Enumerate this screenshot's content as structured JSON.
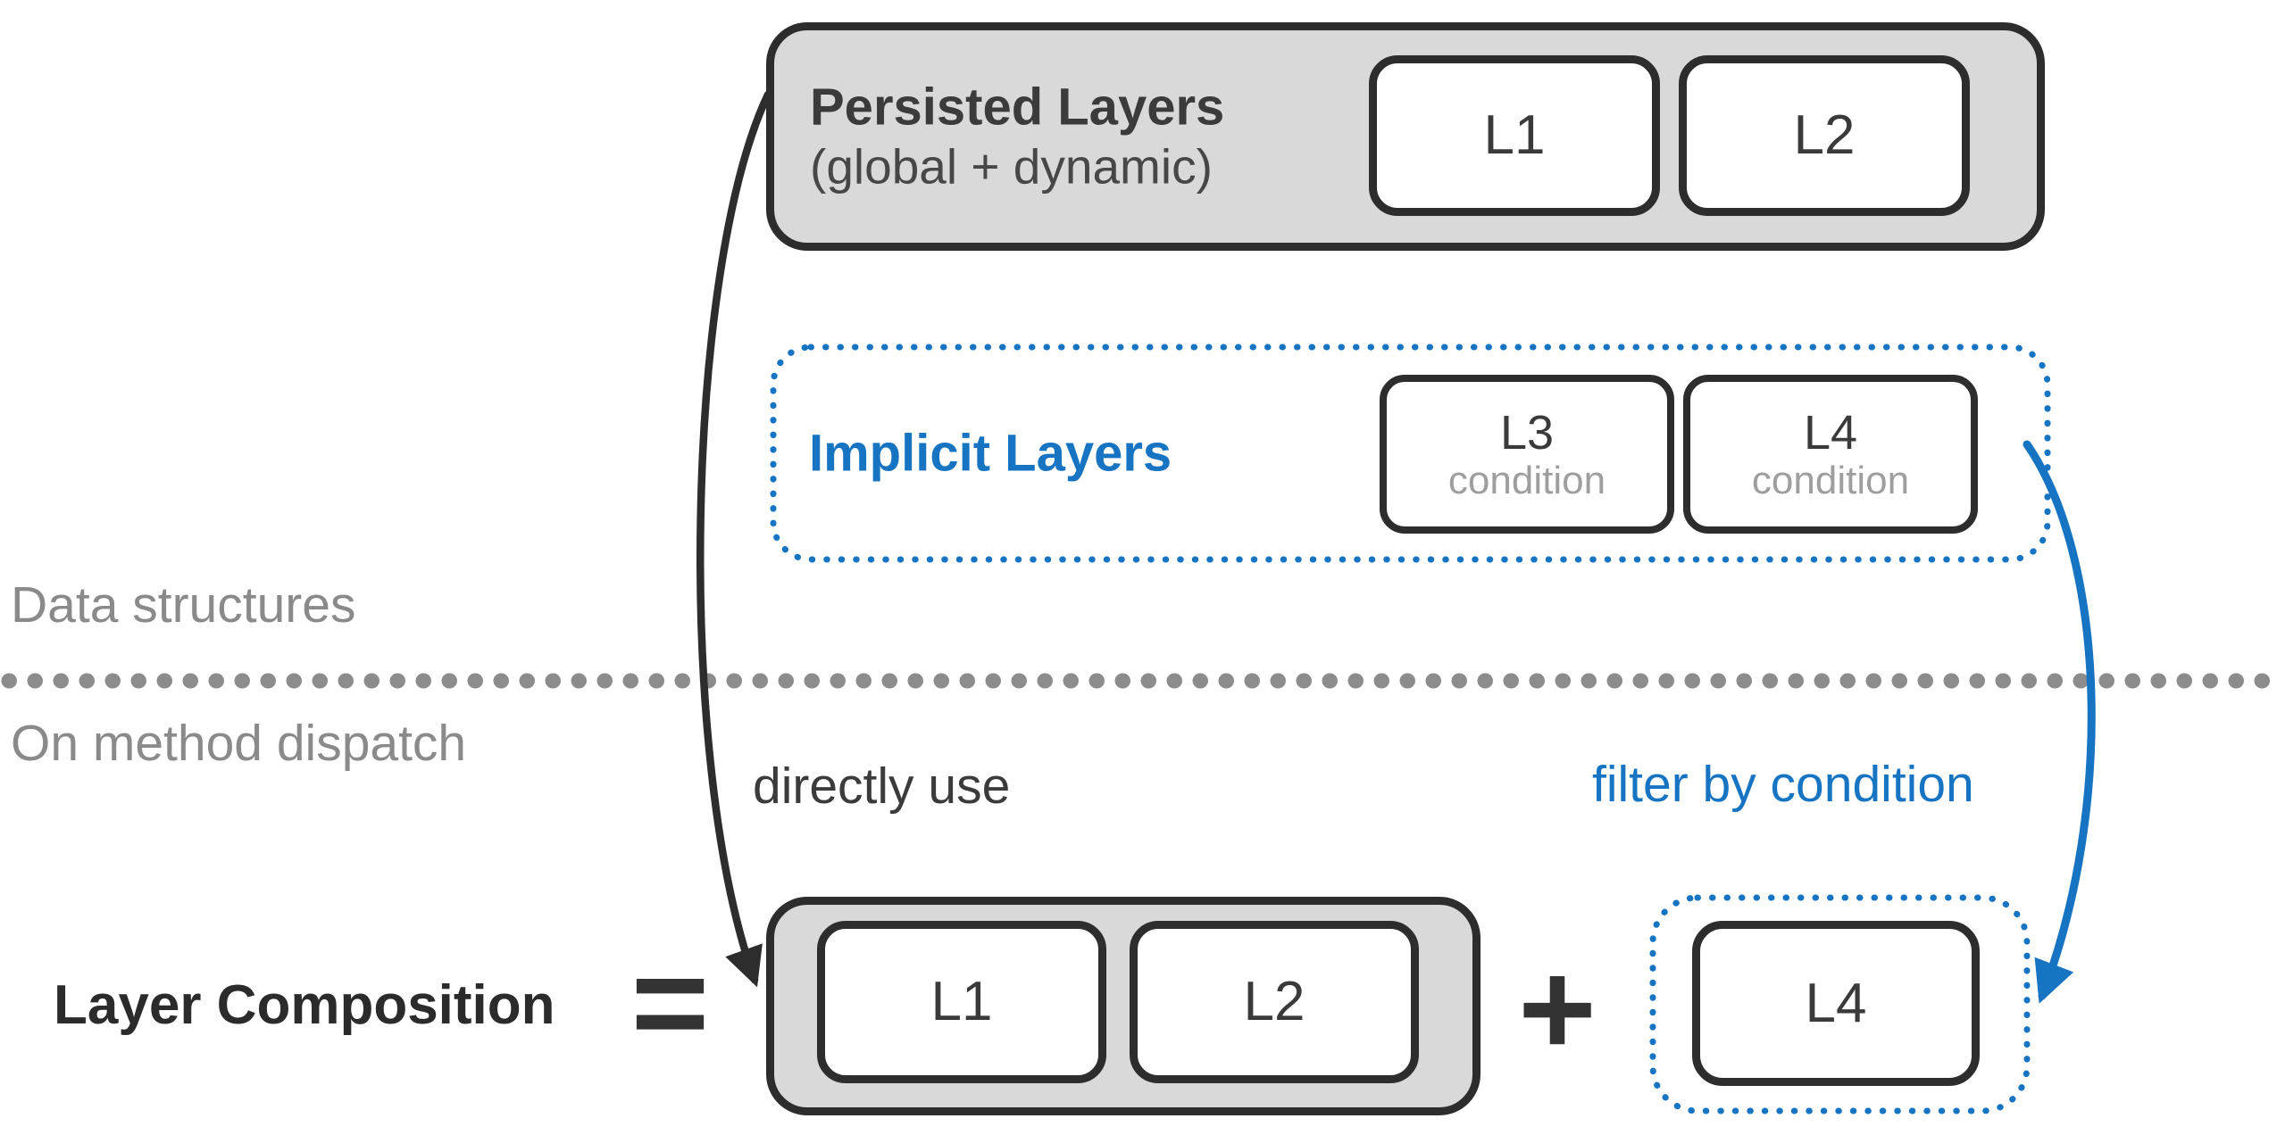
{
  "colors": {
    "accent_blue": "#1674c2",
    "dark_border": "#2d2d2d",
    "panel_fill": "#d9d9d9",
    "muted_gray": "#8a8a8a",
    "condition_gray": "#9e9e9e"
  },
  "persisted": {
    "title": "Persisted Layers",
    "subtitle": "(global + dynamic)",
    "layers": [
      "L1",
      "L2"
    ]
  },
  "implicit": {
    "title": "Implicit Layers",
    "layers": [
      {
        "name": "L3",
        "condition": "condition"
      },
      {
        "name": "L4",
        "condition": "condition"
      }
    ]
  },
  "sections": {
    "top": "Data structures",
    "bottom": "On method dispatch"
  },
  "edges": {
    "persisted_edge_label": "directly use",
    "implicit_edge_label": "filter by condition"
  },
  "composition": {
    "label": "Layer Composition",
    "operator_equals": "=",
    "layers": [
      "L1",
      "L2"
    ],
    "operator_plus": "+",
    "filtered_layer": "L4"
  }
}
